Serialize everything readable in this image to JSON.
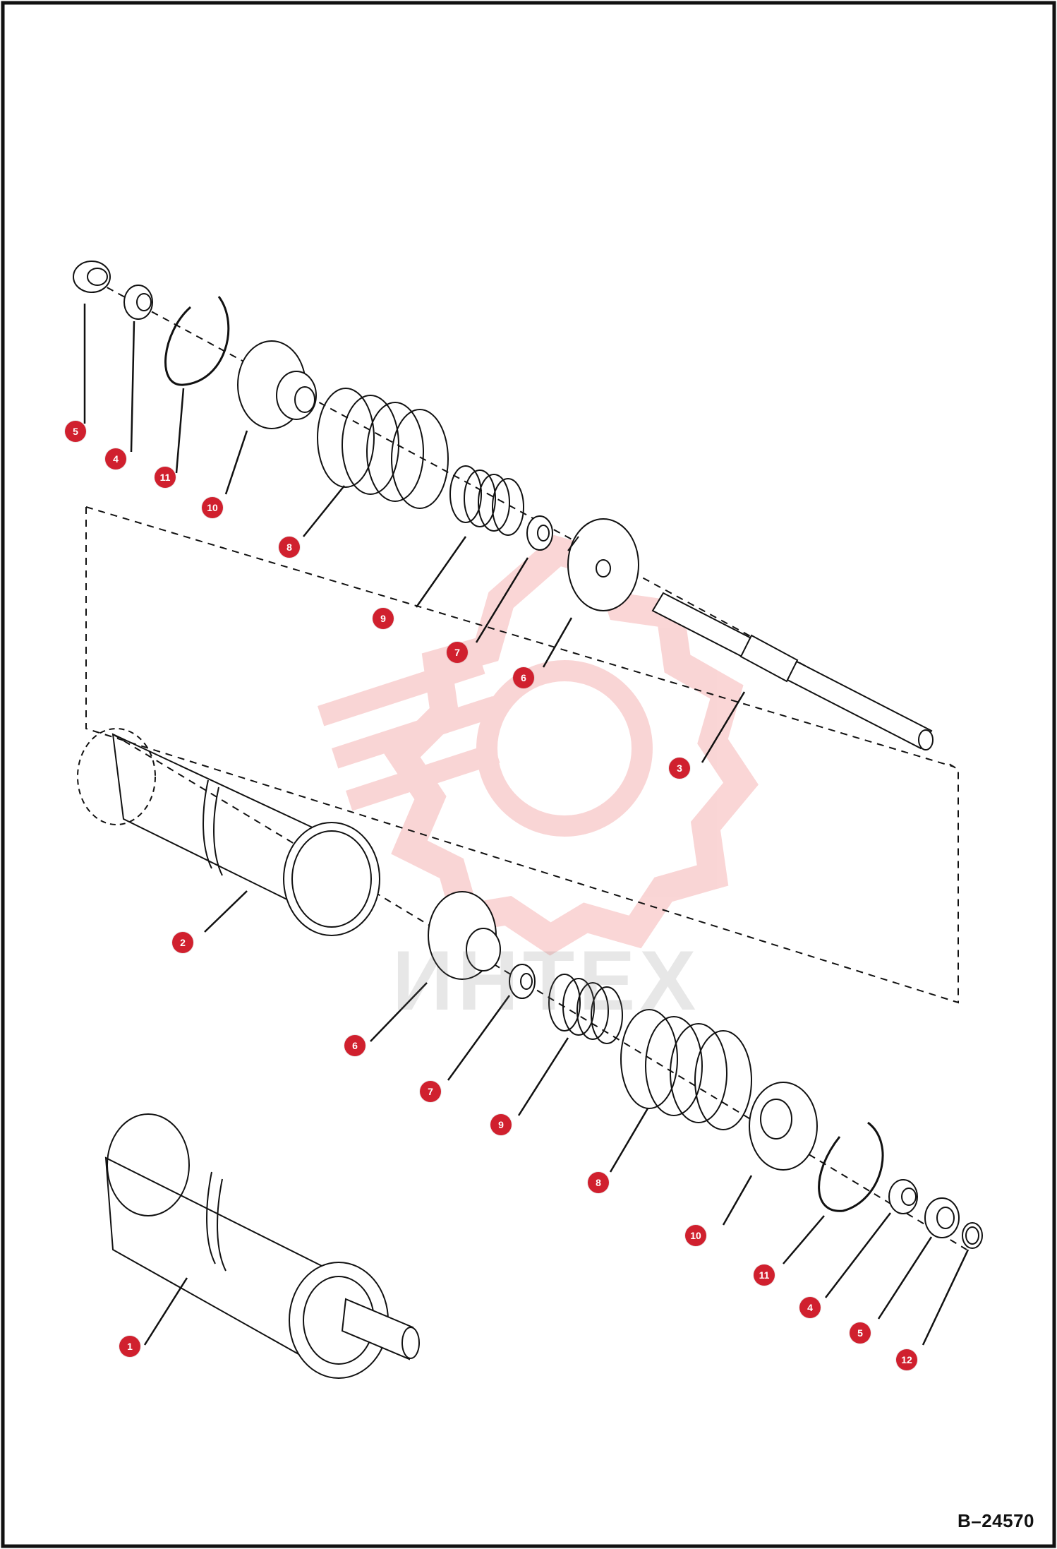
{
  "diagram": {
    "drawing_code": "B–24570",
    "watermark": "ИНТЕХ",
    "callouts": [
      {
        "id": "c-upper-5",
        "label": "5"
      },
      {
        "id": "c-upper-4",
        "label": "4"
      },
      {
        "id": "c-upper-11",
        "label": "11"
      },
      {
        "id": "c-upper-10",
        "label": "10"
      },
      {
        "id": "c-upper-8",
        "label": "8"
      },
      {
        "id": "c-upper-9",
        "label": "9"
      },
      {
        "id": "c-upper-7",
        "label": "7"
      },
      {
        "id": "c-upper-6",
        "label": "6"
      },
      {
        "id": "c-upper-3",
        "label": "3"
      },
      {
        "id": "c-lower-2",
        "label": "2"
      },
      {
        "id": "c-lower-6",
        "label": "6"
      },
      {
        "id": "c-lower-7",
        "label": "7"
      },
      {
        "id": "c-lower-9",
        "label": "9"
      },
      {
        "id": "c-lower-8",
        "label": "8"
      },
      {
        "id": "c-lower-10",
        "label": "10"
      },
      {
        "id": "c-lower-11",
        "label": "11"
      },
      {
        "id": "c-lower-4",
        "label": "4"
      },
      {
        "id": "c-lower-5",
        "label": "5"
      },
      {
        "id": "c-lower-12",
        "label": "12"
      },
      {
        "id": "c-lower-1",
        "label": "1"
      }
    ]
  },
  "colors": {
    "callout_fill": "#d0202e",
    "line": "#111111",
    "watermark": "#f3a8a8"
  }
}
